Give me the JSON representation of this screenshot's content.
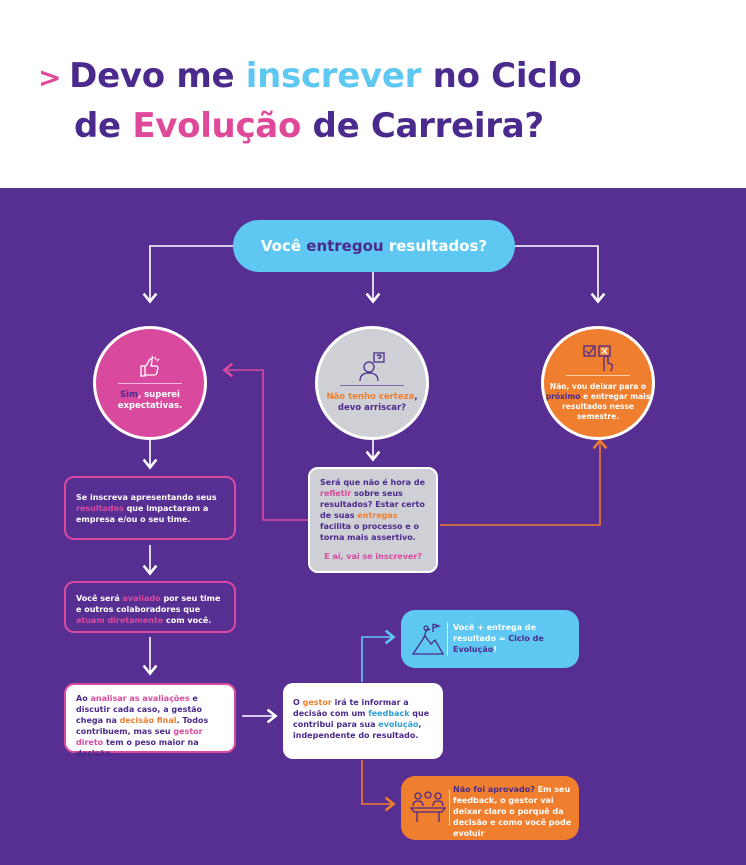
{
  "title": {
    "line1_pre": "Devo me ",
    "line1_hl": "inscrever",
    "line1_post": " no Ciclo",
    "line2_pre": "de ",
    "line2_hl": "Evolução",
    "line2_post": " de Carreira?"
  },
  "top_question": {
    "pre": "Você ",
    "hl": "entregou",
    "post": " resultados?"
  },
  "options": {
    "yes": {
      "hl": "Sim",
      "rest": ", superei expectativas."
    },
    "unsure": {
      "hl": "Não tenho certeza",
      "rest": ", devo arriscar?"
    },
    "no": {
      "pre": "Não, vou deixar para o ",
      "hl": "próximo",
      "post": " e entregar mais resultados nesse semestre."
    }
  },
  "steps": {
    "s1": {
      "pre": "Se inscreva apresentando seus ",
      "hl": "resultados",
      "post": " que impactaram a empresa e/ou o seu time."
    },
    "s2": {
      "pre": "Você será ",
      "hl1": "avaliado",
      "mid": " por seu time e outros colaboradores que ",
      "hl2": "atuam diretamente",
      "post": " com você."
    },
    "s3": {
      "pre": "Ao ",
      "hl1": "analisar as avaliações",
      "mid1": " e discutir cada caso, a gestão  chega na ",
      "hl2": "decisão final",
      "mid2": ". Todos contribuem, mas seu ",
      "hl3": "gestor direto",
      "post": " tem o peso maior na decisão."
    },
    "reflect": {
      "pre": "Será que não é hora de ",
      "hl1": "refletir",
      "mid1": " sobre seus resultados? Estar certo de suas ",
      "hl2": "entregas",
      "post": " facilita o processo e o torna mais assertivo.",
      "ask": "E aí, vai se inscrever?"
    },
    "decision": {
      "pre": "O ",
      "hl1": "gestor",
      "mid1": " irá te informar a decisão com um ",
      "hl2": "feedback",
      "mid2": " que contribui para sua ",
      "hl3": "evolução",
      "post": ", independente do resultado."
    },
    "approved": {
      "pre": "Você + entrega de resultado = ",
      "hl": "Ciclo de Evolução",
      "post": "!"
    },
    "rejected": {
      "hl": "Não foi aprovado?",
      "post": " Em seu feedback, o gestor vai deixar claro o porquê da decisão e como você pode evoluir"
    }
  },
  "colors": {
    "purple": "#572e92",
    "dark_purple": "#4a2a8c",
    "pink": "#d94a9e",
    "orange": "#ef7e2e",
    "blue": "#5fc8f2",
    "gray": "#cfd0d6"
  },
  "icons": [
    "thumbs-up-icon",
    "person-question-icon",
    "checklist-hand-icon",
    "mountain-climber-icon",
    "meeting-table-icon"
  ]
}
